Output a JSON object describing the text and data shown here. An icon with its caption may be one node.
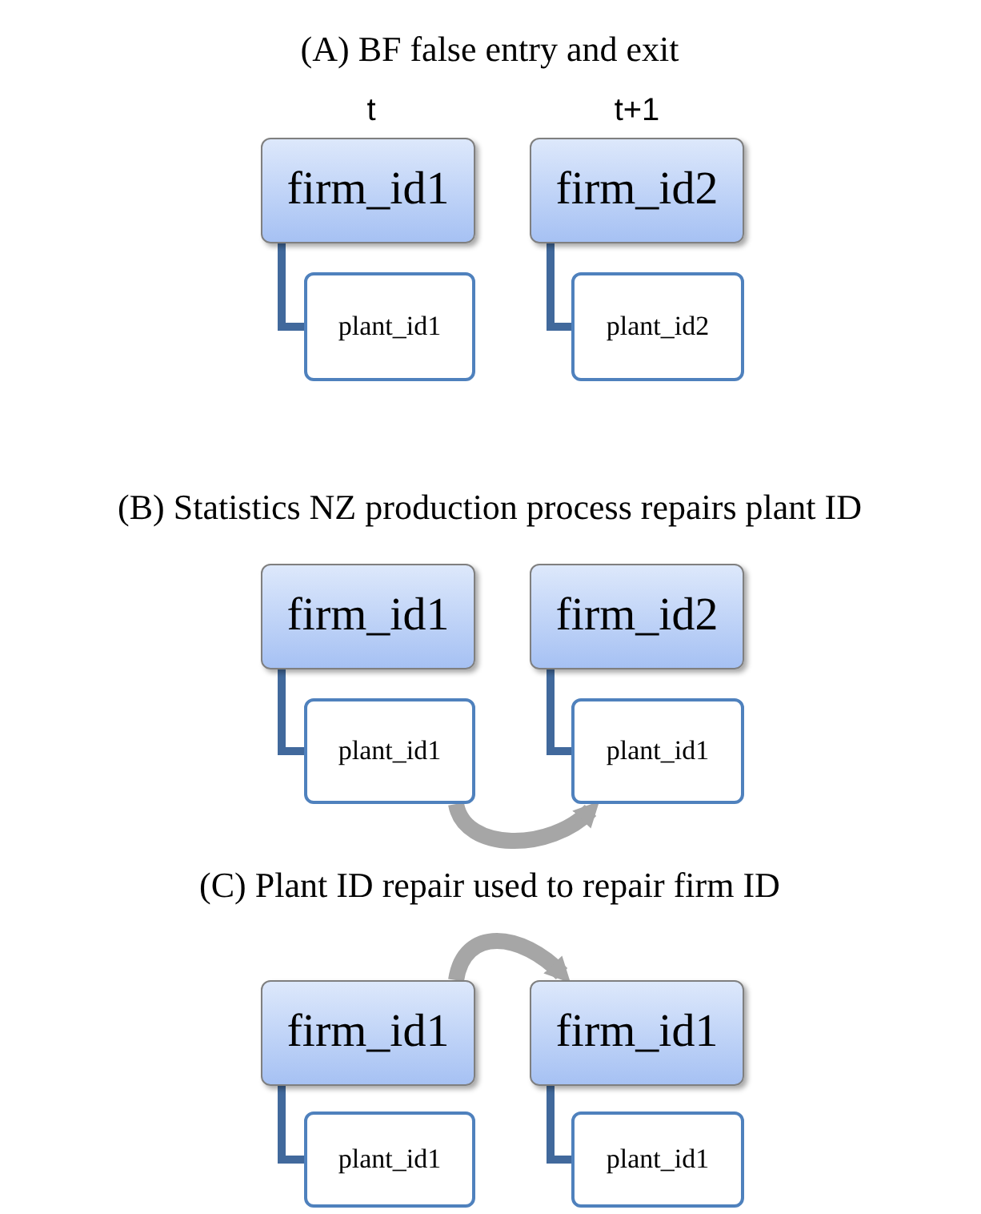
{
  "diagram": {
    "nodes": [
      {
        "text": [
          "firm_id1"
        ]
      },
      {
        "text": [
          "plant_id1"
        ]
      },
      {
        "text": [
          "firm_id2"
        ]
      },
      {
        "text": [
          "plant_id2"
        ]
      },
      {
        "text": [
          "firm_id1"
        ]
      },
      {
        "text": [
          "plant_id1"
        ]
      },
      {
        "text": [
          "firm_id2"
        ]
      },
      {
        "text": [
          "plant_id1"
        ]
      },
      {
        "text": [
          "firm_id1"
        ]
      },
      {
        "text": [
          "plant_id1"
        ]
      },
      {
        "text": [
          "firm_id1"
        ]
      },
      {
        "text": [
          "plant_id1"
        ]
      }
    ],
    "edges": [
      {
        "from": 0,
        "to": 1,
        "arrow": "none"
      },
      {
        "from": 2,
        "to": 3,
        "arrow": "none"
      },
      {
        "from": 4,
        "to": 5,
        "arrow": "none"
      },
      {
        "from": 6,
        "to": 7,
        "arrow": "none"
      },
      {
        "from": 8,
        "to": 9,
        "arrow": "none"
      },
      {
        "from": 10,
        "to": 11,
        "arrow": "none"
      },
      {
        "from": 5,
        "to": 7,
        "arrow": "to",
        "style": "thick",
        "color": "#a6a6a6"
      },
      {
        "from": 8,
        "to": 10,
        "arrow": "to",
        "style": "thick",
        "color": "#a6a6a6"
      }
    ],
    "labels": [
      "(A) BF false entry and exit",
      "t",
      "t+1",
      "(B) Statistics NZ production process repairs plant ID",
      "(C) Plant ID repair used to repair firm ID"
    ]
  }
}
